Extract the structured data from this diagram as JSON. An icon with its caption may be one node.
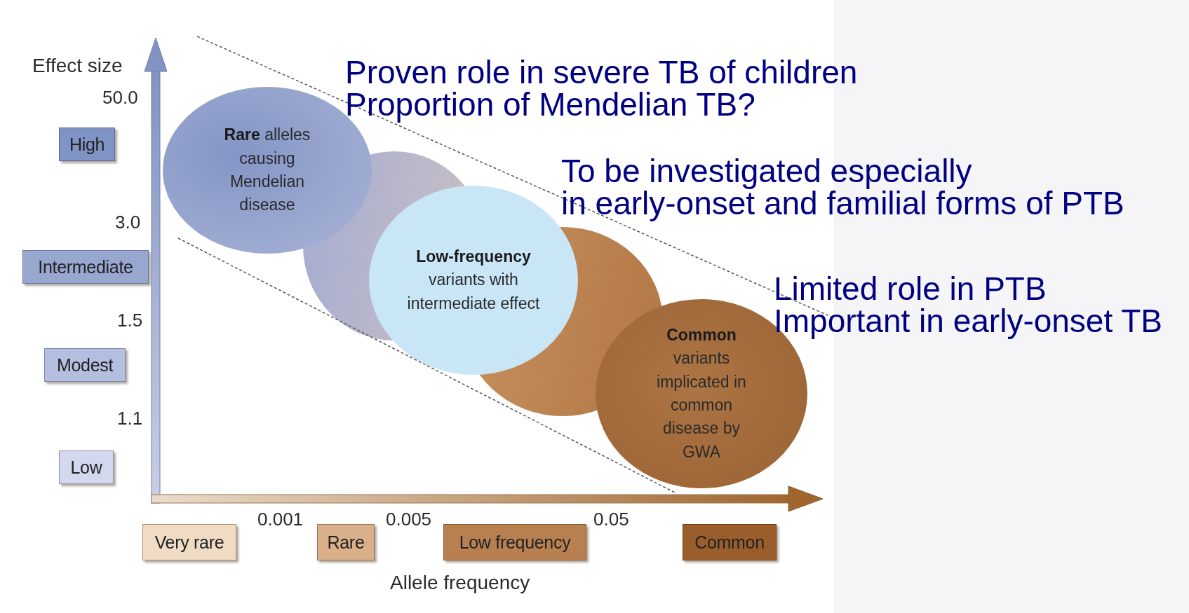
{
  "diagram": {
    "nodes": [
      {
        "text": [
          "High"
        ]
      },
      {
        "text": [
          "Intermediate"
        ]
      },
      {
        "text": [
          "Modest"
        ]
      },
      {
        "text": [
          "Low"
        ]
      },
      {
        "text": [
          "**Rare** alleles causing Mendelian disease"
        ]
      },
      {
        "text": [
          "**Low-frequency** variants with intermediate effect"
        ]
      },
      {
        "text": [
          "**Common** variants implicated in common disease by GWA"
        ]
      },
      {
        "text": [
          "Very rare"
        ]
      },
      {
        "text": [
          "Rare"
        ]
      },
      {
        "text": [
          "Low frequency"
        ]
      },
      {
        "text": [
          "Common"
        ]
      }
    ],
    "labels": [
      "Effect size",
      "50.0",
      "Proven role in severe TB of children",
      "Proportion of Mendelian TB?",
      "3.0",
      "To be investigated especially",
      "in early-onset and familial forms of PTB",
      "1.5",
      "Limited role in PTB",
      "Important in early-onset TB",
      "1.1",
      "0.001",
      "0.005",
      "0.05",
      "Allele frequency"
    ]
  }
}
